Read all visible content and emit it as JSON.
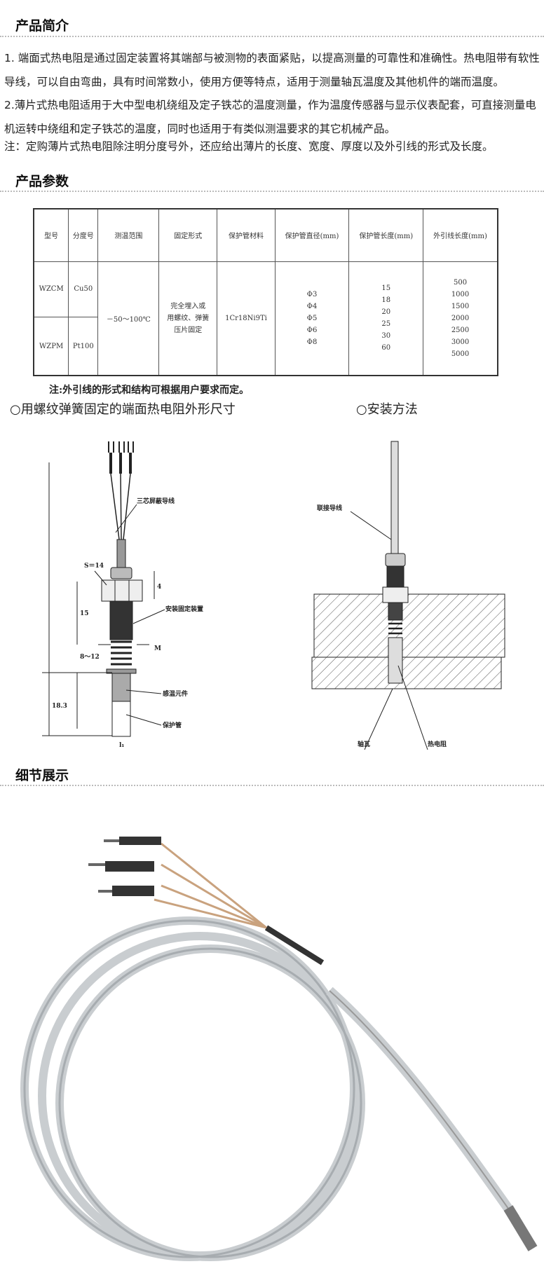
{
  "intro": {
    "title": "产品简介",
    "p1": "1. 端面式热电阻是通过固定装置将其端部与被测物的表面紧贴，以提高测量的可靠性和准确性。热电阻带有软性导线，可以自由弯曲，具有时间常数小，使用方便等特点，适用于测量轴瓦温度及其他机件的端而温度。",
    "p2": "2.薄片式热电阻适用于大中型电机绕组及定子铁芯的温度测量，作为温度传感器与显示仪表配套，可直接测量电机运转中绕组和定子铁芯的温度，同时也适用于有类似测温要求的其它机械产品。",
    "p3": "注：定购薄片式热电阻除注明分度号外，还应给出薄片的长度、宽度、厚度以及外引线的形式及长度。"
  },
  "params": {
    "title": "产品参数",
    "headers": [
      "型号",
      "分度号",
      "测温范围",
      "固定形式",
      "保护管材料",
      "保护管直径(mm)",
      "保护管长度(mm)",
      "外引线长度(mm)"
    ],
    "rows": [
      {
        "model": "WZCM",
        "grad": "Cu50"
      },
      {
        "model": "WZPM",
        "grad": "Pt100"
      }
    ],
    "range": "－50～100℃",
    "fix": [
      "完全埋入或",
      "用螺纹、弹簧",
      "压片固定"
    ],
    "material": "1Cr18Ni9Ti",
    "diameters": [
      "Φ3",
      "Φ4",
      "Φ5",
      "Φ6",
      "Φ8"
    ],
    "lengths": [
      "15",
      "18",
      "20",
      "25",
      "30",
      "60"
    ],
    "leads": [
      "500",
      "1000",
      "1500",
      "2000",
      "2500",
      "3000",
      "5000"
    ],
    "note": "注:外引线的形式和结构可根据用户要求而定。"
  },
  "diagram1": {
    "title": "○用螺纹弹簧固定的端面热电阻外形尺寸",
    "labels": {
      "wire": "三芯屏蔽导线",
      "s": "S＝14",
      "fix": "安装固定装置",
      "elem": "感温元件",
      "tube": "保护管",
      "m": "M",
      "d15": "15",
      "d4": "4",
      "d812": "8～12",
      "d183": "18.3",
      "l1": "l₁"
    }
  },
  "diagram2": {
    "title": "○安装方法",
    "labels": {
      "wire": "联接导线",
      "bearing": "轴瓦",
      "rtd": "热电阻"
    }
  },
  "detail": {
    "title": "细节展示"
  }
}
